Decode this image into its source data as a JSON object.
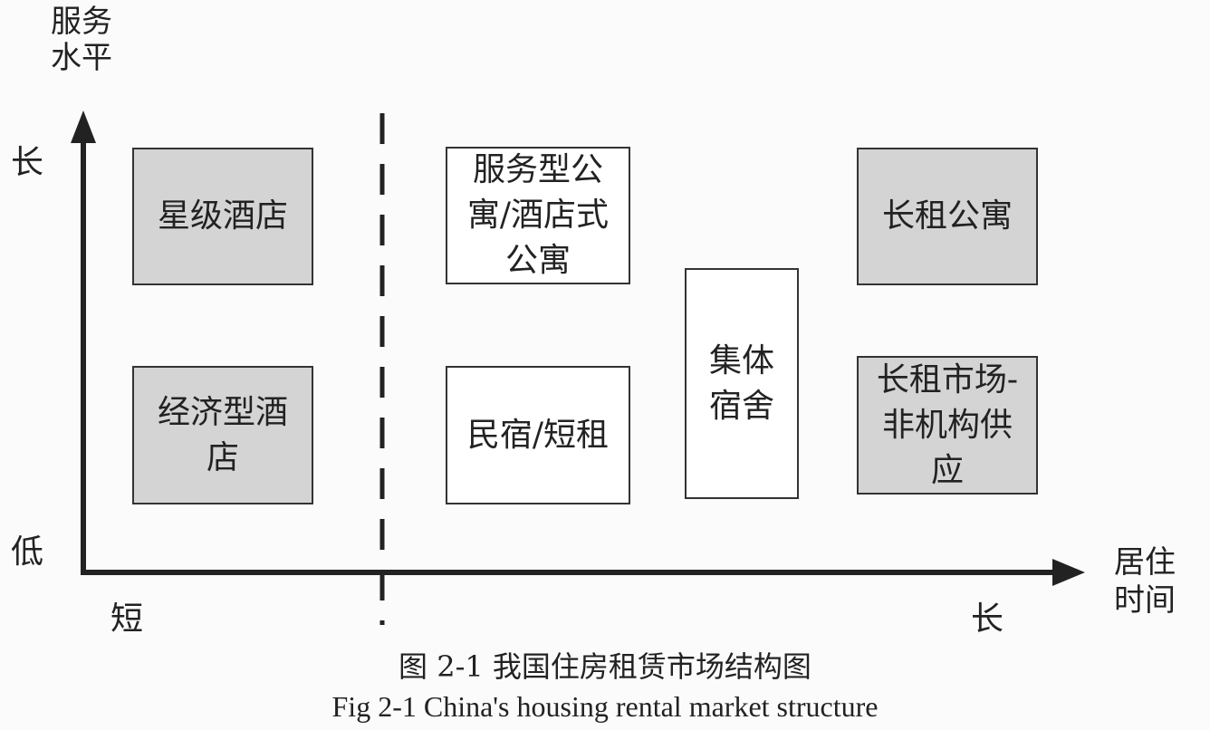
{
  "axes": {
    "y_title": "服务水平",
    "y_high": "长",
    "y_low": "低",
    "x_title": "居住时间",
    "x_short": "短",
    "x_long": "长"
  },
  "boxes": {
    "star_hotel": "星级酒店",
    "economy_hotel": "经济型酒店",
    "serviced_apartment": "服务型公寓/酒店式公寓",
    "homestay": "民宿/短租",
    "dormitory": "集体宿舍",
    "long_rent_apartment": "长租公寓",
    "non_institutional": "长租市场-非机构供应"
  },
  "caption": {
    "cn": "图 2-1  我国住房租赁市场结构图",
    "en": "Fig 2-1 China's housing rental market structure"
  },
  "colors": {
    "shaded_box": "#d4d4d4",
    "axis_line": "#222222"
  }
}
